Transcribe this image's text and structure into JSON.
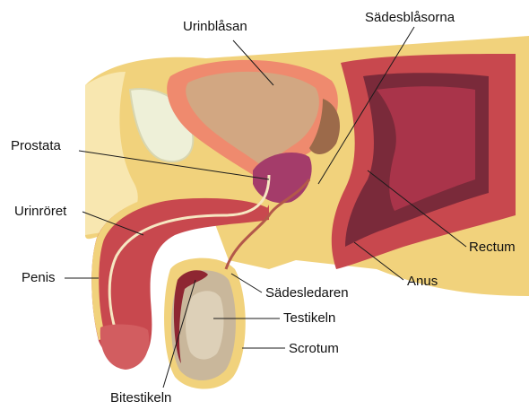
{
  "labels": {
    "bladder": "Urinblåsan",
    "seminal_vesicles": "Sädesblåsorna",
    "prostate": "Prostata",
    "urethra": "Urinröret",
    "rectum": "Rectum",
    "penis": "Penis",
    "anus": "Anus",
    "vas_deferens": "Sädesledaren",
    "testis": "Testikeln",
    "scrotum": "Scrotum",
    "epididymis": "Bitestikeln"
  },
  "colors": {
    "fat": "#f1d27c",
    "fat_light": "#f8e7b0",
    "muscle": "#c8484e",
    "muscle_dark": "#8e2632",
    "bladder_wall": "#ef8a6e",
    "bladder_inner": "#d2a782",
    "prostate": "#a43c6a",
    "testis": "#c9b79b",
    "rectum_dark": "#7a2a3a",
    "bone": "#eef0d8",
    "leader": "#1a1a1a"
  }
}
